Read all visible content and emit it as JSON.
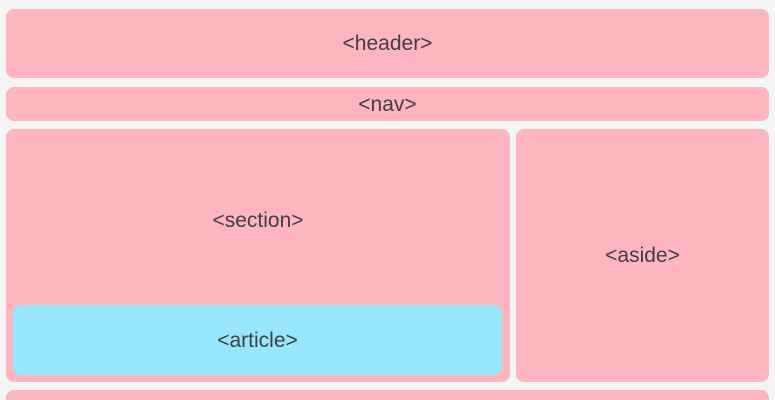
{
  "diagram": {
    "header": {
      "label": "<header>"
    },
    "nav": {
      "label": "<nav>"
    },
    "section": {
      "label": "<section>"
    },
    "article": {
      "label": "<article>"
    },
    "aside": {
      "label": "<aside>"
    },
    "footer": {
      "label": ""
    }
  },
  "colors": {
    "block": "#fdb5bf",
    "article": "#97e6fb",
    "text": "#3f3f46",
    "background": "#f4f4f4"
  }
}
